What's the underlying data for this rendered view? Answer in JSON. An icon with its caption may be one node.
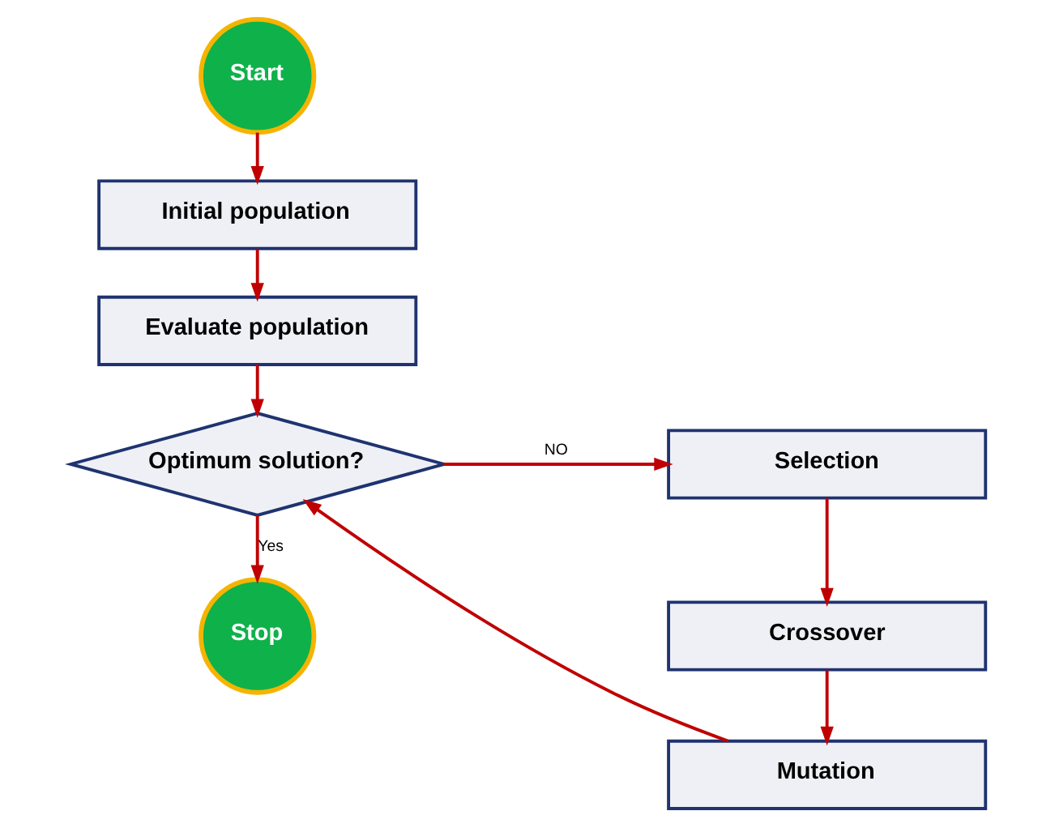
{
  "diagram": {
    "nodes": [
      {
        "text": [
          "Start"
        ]
      },
      {
        "text": [
          "Initial population"
        ]
      },
      {
        "text": [
          "Evaluate population"
        ]
      },
      {
        "text": [
          "Optimum solution?"
        ]
      },
      {
        "text": [
          "Selection"
        ]
      },
      {
        "text": [
          "Crossover"
        ]
      },
      {
        "text": [
          "Mutation"
        ]
      },
      {
        "text": [
          "Stop"
        ]
      }
    ],
    "edges": [
      {
        "from": 0,
        "to": 1,
        "arrow": "to"
      },
      {
        "from": 1,
        "to": 2,
        "arrow": "to"
      },
      {
        "from": 2,
        "to": 3,
        "arrow": "to"
      },
      {
        "from": 3,
        "to": 4,
        "arrow": "to",
        "label": "NO"
      },
      {
        "from": 3,
        "to": 7,
        "arrow": "to",
        "label": "Yes"
      },
      {
        "from": 4,
        "to": 5,
        "arrow": "to"
      },
      {
        "from": 5,
        "to": 6,
        "arrow": "to"
      },
      {
        "from": 6,
        "to": 3,
        "arrow": "to"
      }
    ]
  }
}
